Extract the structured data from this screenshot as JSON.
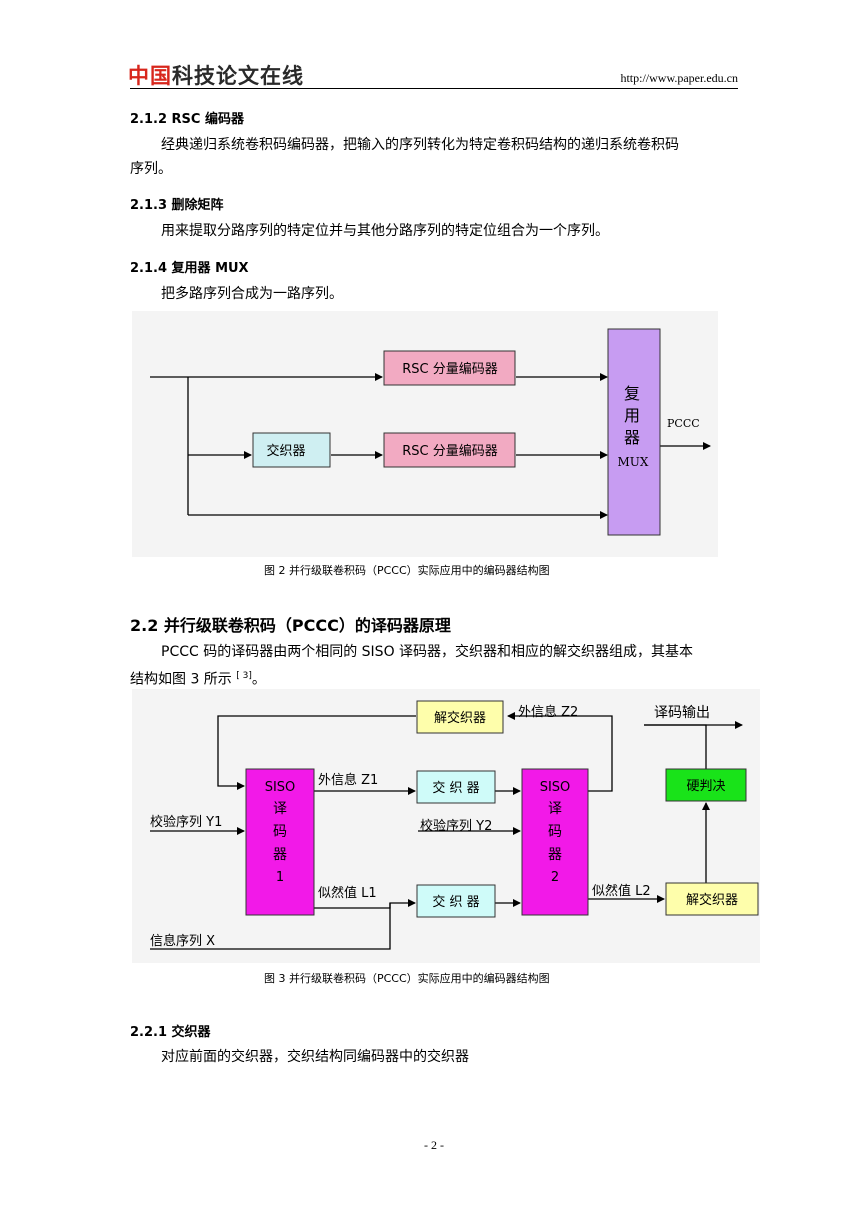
{
  "header": {
    "logo_red": "中国",
    "logo_rest": "科技论文在线",
    "url": "http://www.paper.edu.cn"
  },
  "sections": {
    "s212_title": "2.1.2 RSC 编码器",
    "s212_text_line1": "经典递归系统卷积码编码器，把输入的序列转化为特定卷积码结构的递归系统卷积码",
    "s212_text_line2": "序列。",
    "s213_title": "2.1.3  删除矩阵",
    "s213_text": "用来提取分路序列的特定位并与其他分路序列的特定位组合为一个序列。",
    "s214_title": "2.1.4  复用器 MUX",
    "s214_text": "把多路序列合成为一路序列。",
    "s22_title": "2.2  并行级联卷积码（PCCC）的译码器原理",
    "s22_text_line1": "PCCC 码的译码器由两个相同的 SISO 译码器，交织器和相应的解交织器组成，其基本",
    "s22_text_line2": "结构如图 3 所示",
    "s22_ref": "[ 3]",
    "s22_text_end": "。",
    "s221_title": "2.2.1  交织器",
    "s221_text": "对应前面的交织器，交织结构同编码器中的交织器"
  },
  "figure2": {
    "caption": "图 2  并行级联卷积码（PCCC）实际应用中的编码器结构图",
    "rsc1": "RSC 分量编码器",
    "rsc2": "RSC 分量编码器",
    "interleaver": "交织器",
    "mux_chars": [
      "复",
      "用",
      "器"
    ],
    "mux_label": "MUX",
    "output": "PCCC",
    "colors": {
      "rsc": "#f2aac2",
      "interleaver": "#cfeff2",
      "mux": "#c79cf2",
      "bg": "#f4f4f4"
    }
  },
  "figure3": {
    "caption": "图 3  并行级联卷积码（PCCC）实际应用中的编码器结构图",
    "deinterleaver_top": "解交织器",
    "extrinsic_z2": "外信息 Z2",
    "decode_output": "译码输出",
    "siso1_lines": [
      "SISO",
      "译",
      "码",
      "器",
      "1"
    ],
    "siso2_lines": [
      "SISO",
      "译",
      "码",
      "器",
      "2"
    ],
    "extrinsic_z1": "外信息 Z1",
    "interleaver_top": "交 织 器",
    "interleaver_bottom": "交 织 器",
    "hard_decision": "硬判决",
    "check_y1": "校验序列 Y1",
    "check_y2": "校验序列 Y2",
    "likelihood_l1": "似然值 L1",
    "likelihood_l2": "似然值 L2",
    "deinterleaver_right": "解交织器",
    "info_x": "信息序列 X",
    "colors": {
      "siso": "#f219e8",
      "interleaver": "#cffbf9",
      "deinterleaver": "#fefeab",
      "hard": "#19e319",
      "bg": "#f4f4f4"
    }
  },
  "footer": {
    "page": "- 2 -"
  }
}
